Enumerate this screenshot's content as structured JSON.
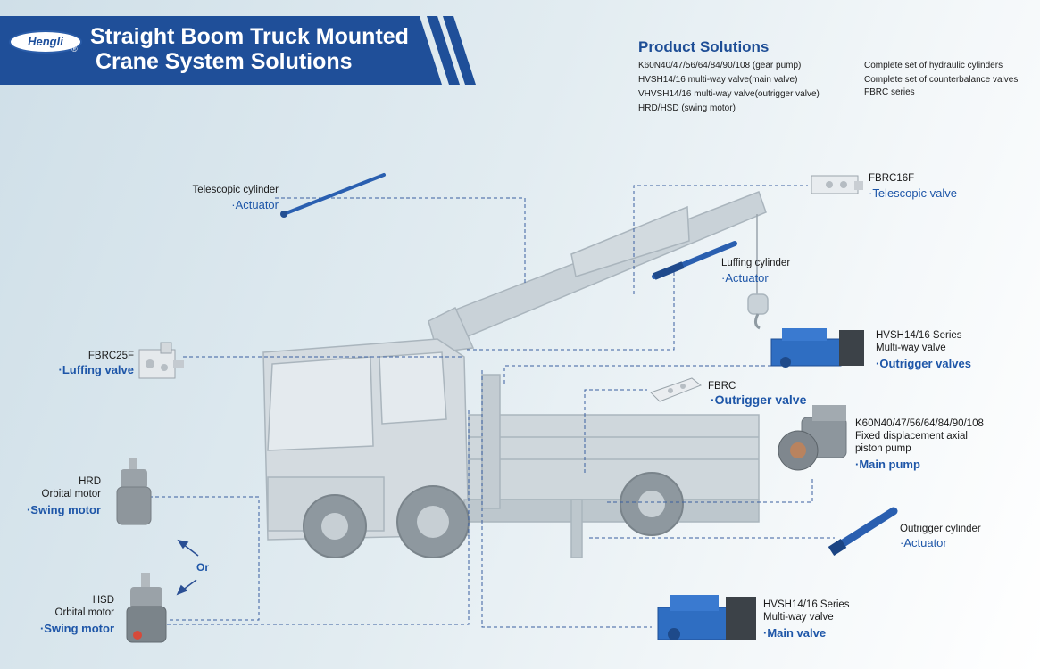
{
  "brand": {
    "logo_text": "Hengli",
    "registered_mark": "®"
  },
  "header": {
    "title_line1": "Straight Boom Truck Mounted",
    "title_line2": "Crane System Solutions"
  },
  "product_solutions": {
    "heading": "Product Solutions",
    "left_items": [
      "K60N40/47/56/64/84/90/108 (gear pump)",
      "HVSH14/16 multi-way valve(main valve)",
      "VHVSH14/16 multi-way valve(outrigger valve)",
      "HRD/HSD (swing motor)"
    ],
    "right_items": [
      "Complete set of hydraulic cylinders",
      "Complete set of counterbalance valves",
      "FBRC series"
    ]
  },
  "callouts": {
    "telescopic_cylinder": {
      "name": "Telescopic cylinder",
      "role": "·Actuator"
    },
    "fbrc16f": {
      "name": "FBRC16F",
      "role": "·Telescopic valve"
    },
    "luffing_cylinder": {
      "name": "Luffing cylinder",
      "role": "·Actuator"
    },
    "fbrc25f": {
      "name": "FBRC25F",
      "role": "·Luffing valve"
    },
    "hvsh_outrigger": {
      "name_line1": "HVSH14/16 Series",
      "name_line2": "Multi-way valve",
      "role": "·Outrigger valves"
    },
    "fbrc_outrigger": {
      "name": "FBRC",
      "role": "·Outrigger valve"
    },
    "main_pump": {
      "name_line1": "K60N40/47/56/64/84/90/108",
      "name_line2": "Fixed displacement axial",
      "name_line3": "piston pump",
      "role": "·Main pump"
    },
    "hrd_motor": {
      "name_line1": "HRD",
      "name_line2": "Orbital motor",
      "role": "·Swing motor"
    },
    "or_label": "Or",
    "outrigger_cylinder": {
      "name": "Outrigger cylinder",
      "role": "·Actuator"
    },
    "hsd_motor": {
      "name_line1": "HSD",
      "name_line2": "Orbital motor",
      "role": "·Swing motor"
    },
    "hvsh_main": {
      "name_line1": "HVSH14/16 Series",
      "name_line2": "Multi-way valve",
      "role": "·Main valve"
    }
  },
  "colors": {
    "brand_blue": "#1d4f9c",
    "accent_blue": "#1e56a8",
    "component_blue": "#2a6fc0"
  }
}
